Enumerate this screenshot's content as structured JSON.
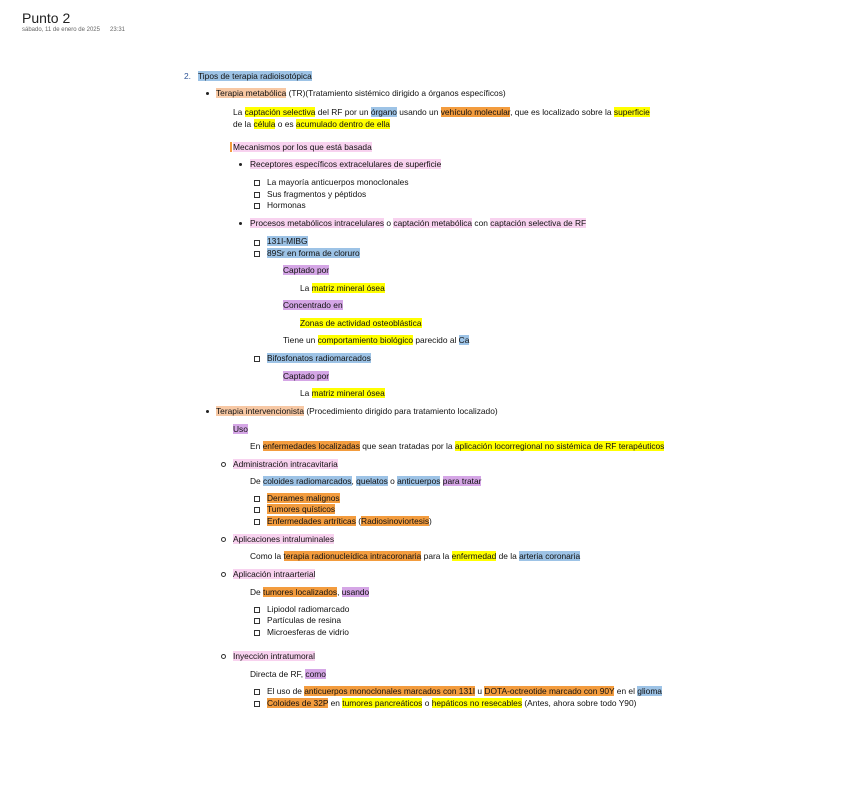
{
  "header": {
    "title": "Punto 2",
    "date": "sábado, 11 de enero de 2025",
    "time": "23:31"
  },
  "s": {
    "n2": "2.",
    "h": "Tipos de terapia radioisotópica",
    "tm1": "Terapia metabólica",
    "tm2": " (TR)(Tratamiento sistémico dirigido a órganos específicos)",
    "l1a": "La ",
    "l1b": "captación selectiva",
    "l1c": " del RF por un ",
    "l1d": "órgano",
    "l1e": " usando un ",
    "l1f": "vehículo molecular",
    "l1g": ", que es localizado sobre la ",
    "l1h": "superficie",
    "l2a": "de la ",
    "l2b": "célula",
    "l2c": " o es ",
    "l2d": "acumulado dentro de ella",
    "mec": "Mecanismos por los que está basada",
    "rec": "Receptores específicos extracelulares de superficie",
    "r1": "La mayoría anticuerpos monoclonales",
    "r2": "Sus fragmentos y péptidos",
    "r3": "Hormonas",
    "pm1": "Procesos metabólicos intracelulares",
    "pm2": " o ",
    "pm3": "captación metabólica",
    "pm4": " con ",
    "pm5": "captación selectiva de RF",
    "mibg": "131I-MIBG",
    "sr": "89Sr en forma de cloruro",
    "cp1": "Captado por",
    "la1a": "La ",
    "la1b": "matriz mineral ósea",
    "conc": "Concentrado en",
    "zonas": "Zonas de actividad osteoblástica",
    "t1a": "Tiene un ",
    "t1b": "comportamiento biológico",
    "t1c": " parecido al ",
    "t1d": "Ca",
    "bif": "Bifosfonatos radiomarcados",
    "cp2": "Captado por",
    "la2a": "La ",
    "la2b": "matriz mineral ósea",
    "ti1": "Terapia intervencionista",
    "ti2": " (Procedimiento dirigido para tratamiento localizado)",
    "uso": "Uso",
    "en1": "En ",
    "en2": "enfermedades localizadas",
    "en3": " que sean tratadas por la ",
    "en4": "aplicación locorregional no sistémica de RF terapéuticos",
    "adm": "Administración intracavitaria",
    "de1": "De ",
    "de2": "coloides radiomarcados",
    "de3": ", ",
    "de4": "quelatos",
    "de5": " o ",
    "de6": "anticuerpos",
    "de7": " ",
    "de8": "para tratar",
    "d1": "Derrames malignos",
    "d2": "Tumores quísticos",
    "d3a": "Enfermedades artríticas",
    "d3b": " (",
    "d3c": "Radiosinoviortesis",
    "d3d": ")",
    "api": "Aplicaciones intraluminales",
    "cm1": "Como la ",
    "cm2": "terapia radionucleídica intracoronaria",
    "cm3": " para la ",
    "cm4": "enfermedad",
    "cm5": " de la ",
    "cm6": "arteria coronaria",
    "aia": "Aplicación intraarterial",
    "tl1": "De ",
    "tl2": "tumores localizados",
    "tl3": ", ",
    "tl4": "usando",
    "u1": "Lipiodol radiomarcado",
    "u2": "Partículas de resina",
    "u3": "Microesferas de vidrio",
    "iny": "Inyección intratumoral",
    "dr1": "Directa de RF, ",
    "dr2": "como",
    "e1a": "El uso de ",
    "e1b": "anticuerpos monoclonales marcados con 131I",
    "e1c": " u ",
    "e1d": "DOTA-octreotide marcado con 90Y",
    "e1e": " en el ",
    "e1f": "glioma",
    "e2a": "Coloides de 32P",
    "e2b": " en ",
    "e2c": "tumores pancreáticos",
    "e2d": " o ",
    "e2e": "hepáticos no resecables",
    "e2f": " (Antes, ahora sobre todo Y90)"
  },
  "colors": {
    "yellow": "#ffff00",
    "orange": "#f39c3e",
    "blue": "#9dc3e6",
    "purple": "#d5a6e6",
    "pink": "#f8d2ef",
    "peach": "#f7c8a4"
  }
}
